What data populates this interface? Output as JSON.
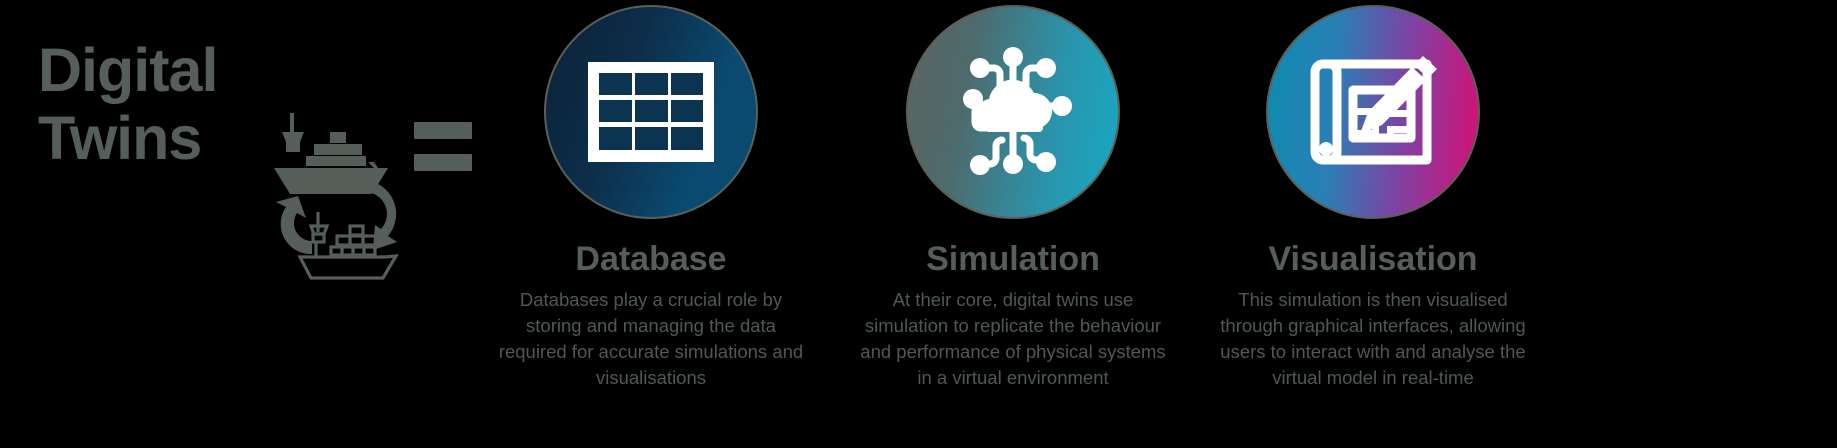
{
  "background_color": "#000000",
  "accent_text_color": "#555e59",
  "title": {
    "line1": "Digital",
    "line2": "Twins"
  },
  "icons": {
    "ship_cycle": "ship-recycle-icon",
    "equals": "equals-sign",
    "plus_1": "plus-icon",
    "plus_2": "plus-icon"
  },
  "columns": [
    {
      "id": "database",
      "title": "Database",
      "body": "Databases play a crucial role by storing and managing the data required for accurate simulations and visualisations",
      "icon_name": "table-grid-icon",
      "circle_gradient_from": "#0b2237",
      "circle_gradient_to": "#0b4a6e"
    },
    {
      "id": "simulation",
      "title": "Simulation",
      "body": "At their core, digital twins use simulation to replicate the behaviour and performance of physical systems in a virtual environment",
      "icon_name": "cloud-network-icon",
      "circle_gradient_from": "#5c6460",
      "circle_gradient_to": "#18a9c4"
    },
    {
      "id": "visualisation",
      "title": "Visualisation",
      "body": "This simulation is then visualised through graphical interfaces, allowing users to interact with and analyse the virtual model in real-time",
      "icon_name": "blueprint-pencil-icon",
      "circle_gradient_from": "#0e8bb0",
      "circle_gradient_to": "#cf1472"
    }
  ]
}
